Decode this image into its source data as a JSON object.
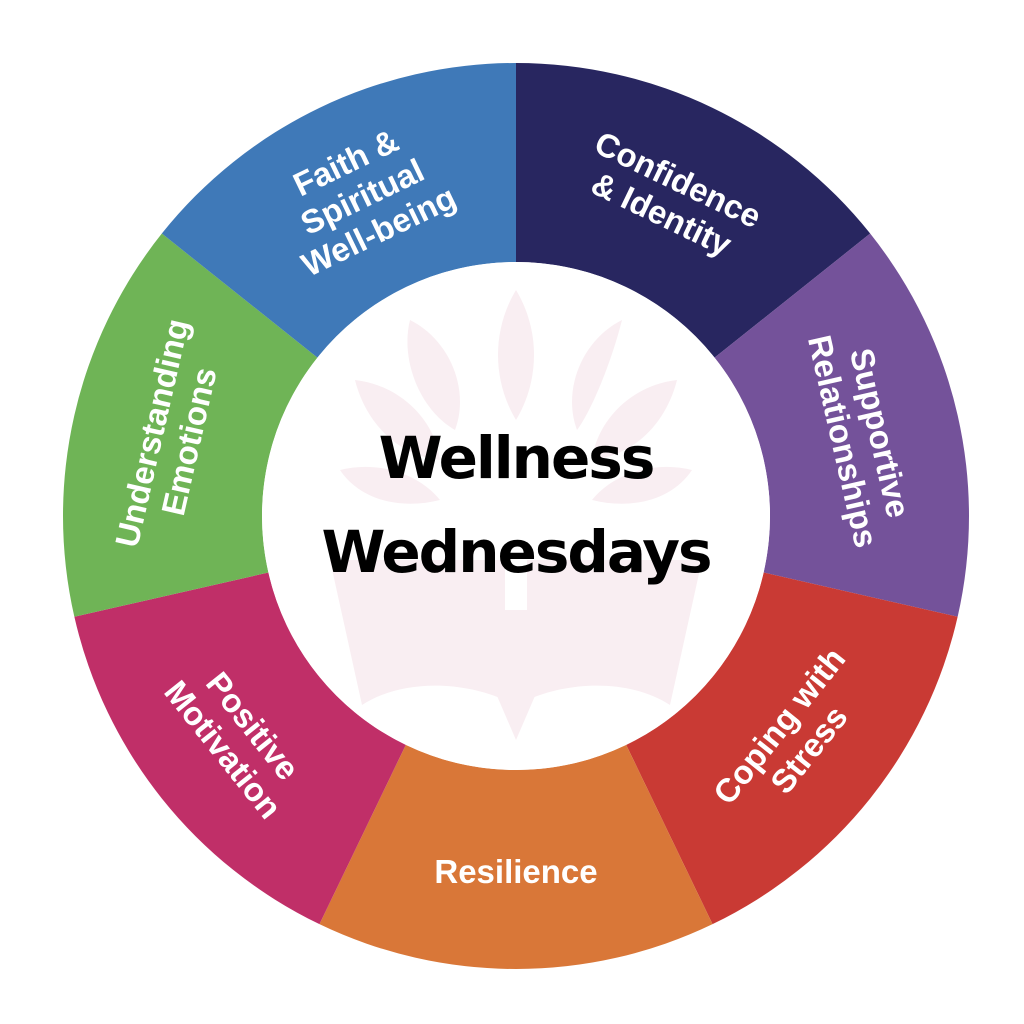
{
  "diagram": {
    "title_line1": "Wellness",
    "title_line2": "Wednesdays",
    "segments": [
      {
        "name": "Confidence & Identity",
        "lines": [
          "Confidence",
          "& Identity"
        ],
        "color": "#282660"
      },
      {
        "name": "Supportive Relationships",
        "lines": [
          "Supportive",
          "Relationships"
        ],
        "color": "#74529A"
      },
      {
        "name": "Coping with Stress",
        "lines": [
          "Coping with",
          "Stress"
        ],
        "color": "#C93A34"
      },
      {
        "name": "Resilience",
        "lines": [
          "Resilience"
        ],
        "color": "#D97738"
      },
      {
        "name": "Positive Motivation",
        "lines": [
          "Positive",
          "Motivation"
        ],
        "color": "#C02F68"
      },
      {
        "name": "Understanding Emotions",
        "lines": [
          "Understanding",
          "Emotions"
        ],
        "color": "#6FB456"
      },
      {
        "name": "Faith & Spiritual Well-being",
        "lines": [
          "Faith &",
          "Spiritual",
          "Well-being"
        ],
        "color": "#3F79B8"
      }
    ],
    "center_fill": "#ffffff",
    "watermark_color": "#f9eef2"
  }
}
